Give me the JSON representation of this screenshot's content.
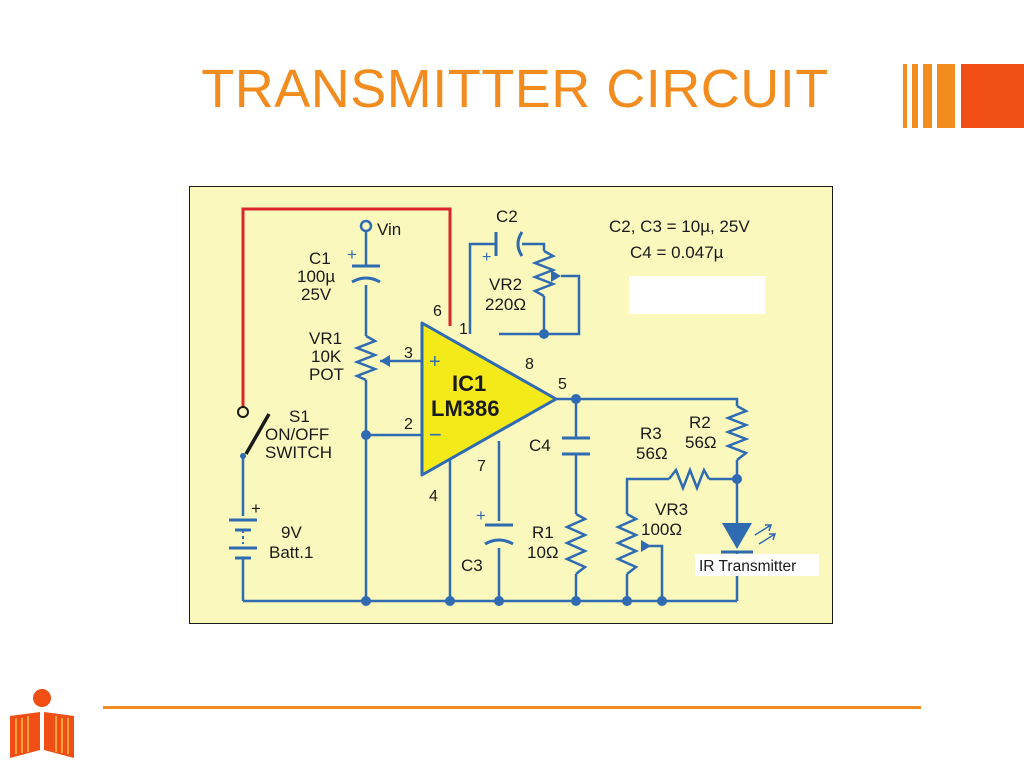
{
  "slide": {
    "title": "TRANSMITTER CIRCUIT",
    "colors": {
      "accent": "#f28c1e",
      "accent_red": "#f04e14",
      "board": "#fbf8be",
      "wire": "#2f6bb0"
    }
  },
  "schematic": {
    "notes": {
      "line1": "C2, C3 = 10µ, 25V",
      "line2": "C4 = 0.047µ"
    },
    "vin_label": "Vin",
    "ic": {
      "name": "IC1",
      "part": "LM386",
      "plus": "+",
      "minus": "−"
    },
    "pins": {
      "p1": "1",
      "p2": "2",
      "p3": "3",
      "p4": "4",
      "p5": "5",
      "p6": "6",
      "p7": "7",
      "p8": "8"
    },
    "components": {
      "c1": {
        "name": "C1",
        "value": "100µ",
        "rating": "25V",
        "polarity": "+"
      },
      "vr1": {
        "name": "VR1",
        "value": "10K",
        "type": "POT"
      },
      "s1": {
        "name": "S1",
        "type": "ON/OFF",
        "kind": "SWITCH"
      },
      "batt": {
        "value": "9V",
        "name": "Batt.1",
        "polarity": "+"
      },
      "c2": {
        "name": "C2",
        "polarity": "+"
      },
      "vr2": {
        "name": "VR2",
        "value": "220Ω"
      },
      "c3": {
        "name": "C3",
        "polarity": "+"
      },
      "c4": {
        "name": "C4"
      },
      "r1": {
        "name": "R1",
        "value": "10Ω"
      },
      "r2": {
        "name": "R2",
        "value": "56Ω"
      },
      "r3": {
        "name": "R3",
        "value": "56Ω"
      },
      "vr3": {
        "name": "VR3",
        "value": "100Ω"
      },
      "led": {
        "label": "IR Transmitter"
      }
    }
  }
}
